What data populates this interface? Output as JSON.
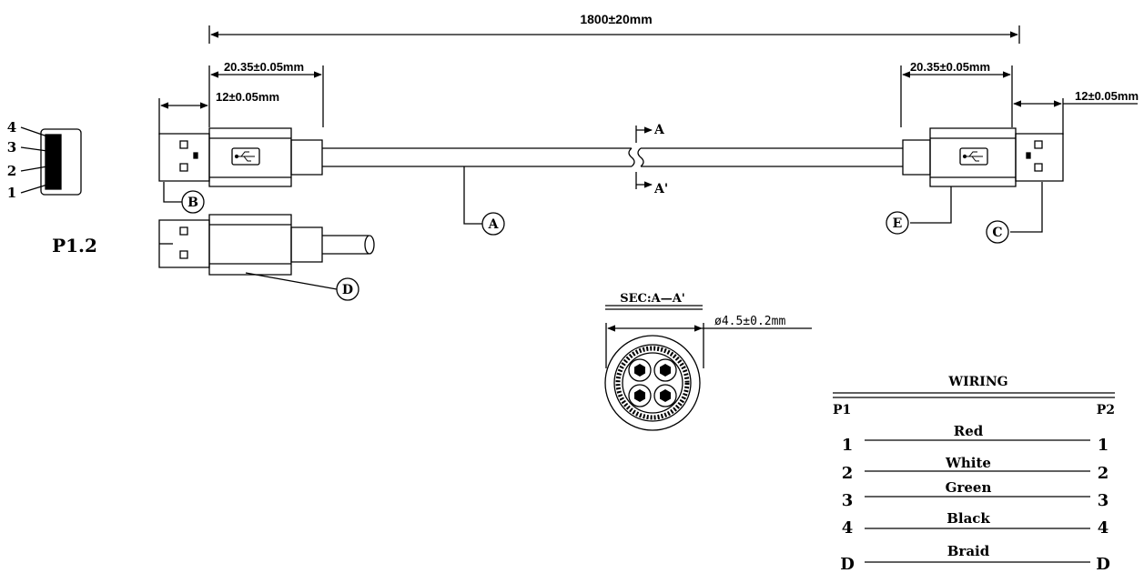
{
  "dimensions": {
    "overall_length": "1800±20mm",
    "left_shell_length": "20.35±0.05mm",
    "left_plug_length": "12±0.05mm",
    "right_shell_length": "20.35±0.05mm",
    "right_plug_length": "12±0.05mm",
    "cable_diameter": "ø4.5±0.2mm"
  },
  "labels": {
    "pin_numbers": [
      "4",
      "3",
      "2",
      "1"
    ],
    "connector_name": "P1.2",
    "callout_a": "A",
    "callout_b": "B",
    "callout_c": "C",
    "callout_d": "D",
    "callout_e": "E",
    "section_mark_top": "A",
    "section_mark_bottom": "A'",
    "section_title": "SEC:A—A'"
  },
  "wiring": {
    "title": "WIRING",
    "left_header": "P1",
    "right_header": "P2",
    "rows": [
      {
        "left": "1",
        "color": "Red",
        "right": "1"
      },
      {
        "left": "2",
        "color": "White",
        "right": "2"
      },
      {
        "left": "3",
        "color": "Green",
        "right": "3"
      },
      {
        "left": "4",
        "color": "Black",
        "right": "4"
      },
      {
        "left": "D",
        "color": "Braid",
        "right": "D"
      }
    ]
  }
}
